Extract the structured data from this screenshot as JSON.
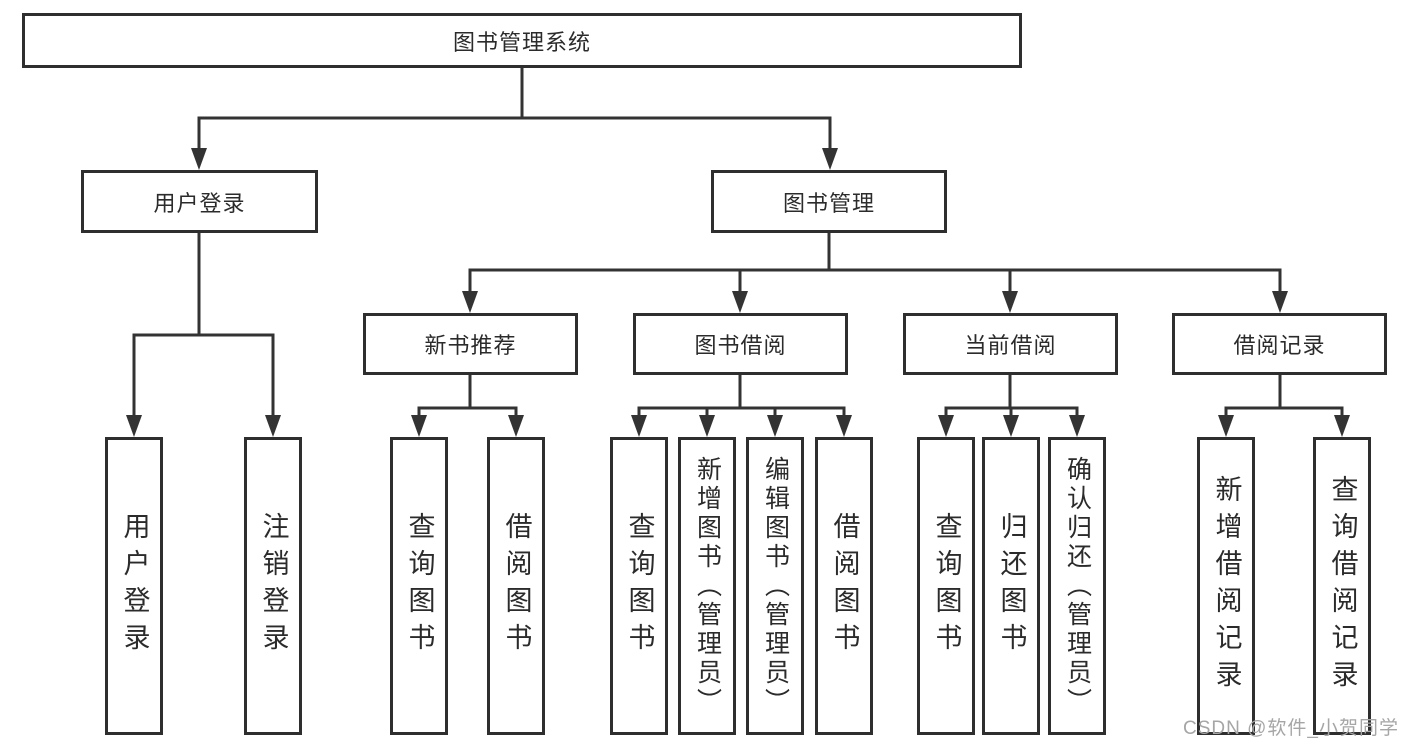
{
  "diagram": {
    "root": {
      "label": "图书管理系统"
    },
    "user_login": {
      "label": "用户登录",
      "children": [
        "用户登录",
        "注销登录"
      ]
    },
    "book_mgmt": {
      "label": "图书管理",
      "sections": {
        "new_books": {
          "label": "新书推荐",
          "children": [
            "查询图书",
            "借阅图书"
          ]
        },
        "borrowing": {
          "label": "图书借阅",
          "children": [
            "查询图书",
            "新增图书（管理员）",
            "编辑图书（管理员）",
            "借阅图书"
          ]
        },
        "current": {
          "label": "当前借阅",
          "children": [
            "查询图书",
            "归还图书",
            "确认归还（管理员）"
          ]
        },
        "records": {
          "label": "借阅记录",
          "children": [
            "新增借阅记录",
            "查询借阅记录"
          ]
        }
      }
    }
  },
  "watermark": "CSDN @软件_小贺同学",
  "colors": {
    "line": "#333333",
    "text": "#2b2b2b",
    "watermark": "#a6a6a6",
    "background": "#ffffff"
  }
}
